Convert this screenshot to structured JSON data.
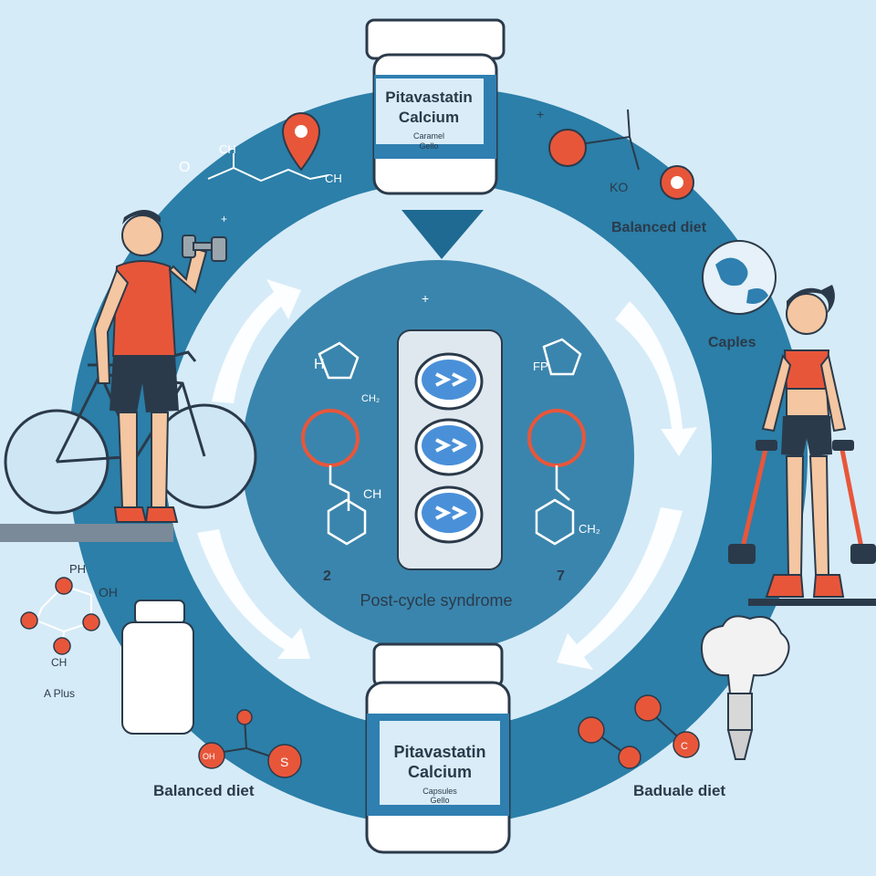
{
  "top_bottle": {
    "name": "Pitavastatin Calcium",
    "line1": "Pitavastatin",
    "line2": "Calcium",
    "sub1": "Caramel",
    "sub2": "Gello"
  },
  "bottom_bottle": {
    "line1": "Pitavastatin",
    "line2": "Calcium",
    "sub1": "Capsules",
    "sub2": "Gello"
  },
  "labels": {
    "balanced_diet_top": "Balanced diet",
    "capsules": "Caples",
    "balanced_diet_bottom": "Balanced diet",
    "baduale_diet": "Baduale diet",
    "post_cycle": "Post-cycle syndrome",
    "num_left": "2",
    "num_right": "7",
    "a_plus": "A Plus"
  },
  "molecule_labels": {
    "top_left_o": "O",
    "top_left_ch": "CH",
    "top_left_ch2": "CH",
    "top_right_ko": "KO",
    "left_ph": "PH",
    "left_oh": "OH",
    "left_ch": "CH",
    "center_left_h": "H",
    "center_left_ch": "CH₂",
    "center_left_ch_low": "CH",
    "center_right_fp": "FP",
    "center_right_ch": "CH₂",
    "bottom_mol_oh": "OH",
    "bottom_mol_s": "S",
    "right_c": "C"
  },
  "colors": {
    "ring": "#2b7fa8",
    "ring_dark": "#1f6a92",
    "inner": "#3a85ad",
    "background": "#d6ebf8",
    "accent": "#e8563a",
    "pill": "#4a90d9",
    "ink": "#2b3a4a"
  }
}
